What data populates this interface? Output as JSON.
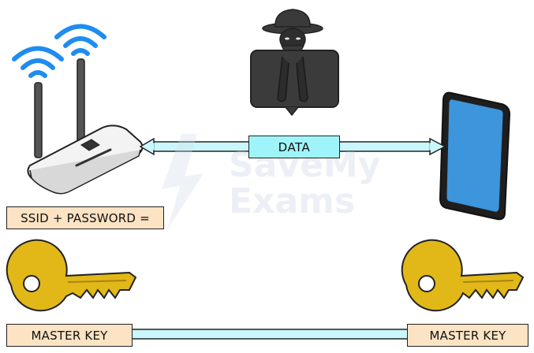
{
  "labels": {
    "data": "DATA",
    "ssid_password": "SSID + PASSWORD =",
    "master_key_left": "MASTER KEY",
    "master_key_right": "MASTER KEY"
  },
  "watermark": {
    "line1": "SaveMy",
    "line2": "Exams"
  },
  "icons": {
    "router": "wifi-router-icon",
    "hacker": "hacker-icon",
    "device": "tablet-icon",
    "key": "key-icon"
  },
  "colors": {
    "label_fill": "#fbe3c3",
    "data_fill": "#9ff4fa",
    "arrow_fill": "#c9f7fb",
    "wifi_blue": "#1e8cf0",
    "tablet_screen": "#3d95dc",
    "key_gold": "#e2b818"
  }
}
